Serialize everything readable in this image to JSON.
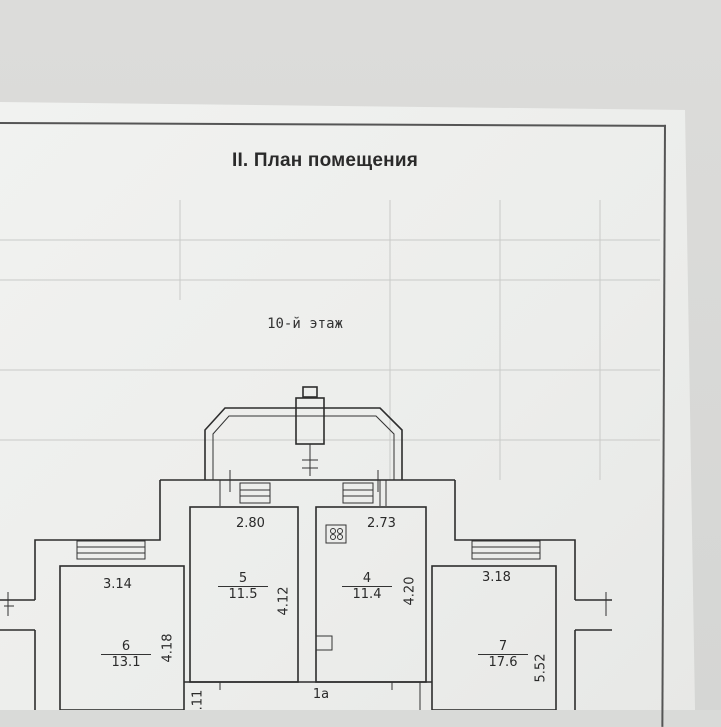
{
  "document": {
    "title": "II. План помещения",
    "floor_label": "10-й этаж"
  },
  "rooms": [
    {
      "number": "5",
      "area": "11.5",
      "width": "2.80",
      "depth": "4.12"
    },
    {
      "number": "4",
      "area": "11.4",
      "width": "2.73",
      "depth": "4.20"
    },
    {
      "number": "6",
      "area": "13.1",
      "width": "3.14",
      "depth": "4.18"
    },
    {
      "number": "7",
      "area": "17.6",
      "width": "3.18",
      "depth": "5.52"
    },
    {
      "number": "1а",
      "area": "",
      "width": "",
      "depth": ".11"
    }
  ]
}
